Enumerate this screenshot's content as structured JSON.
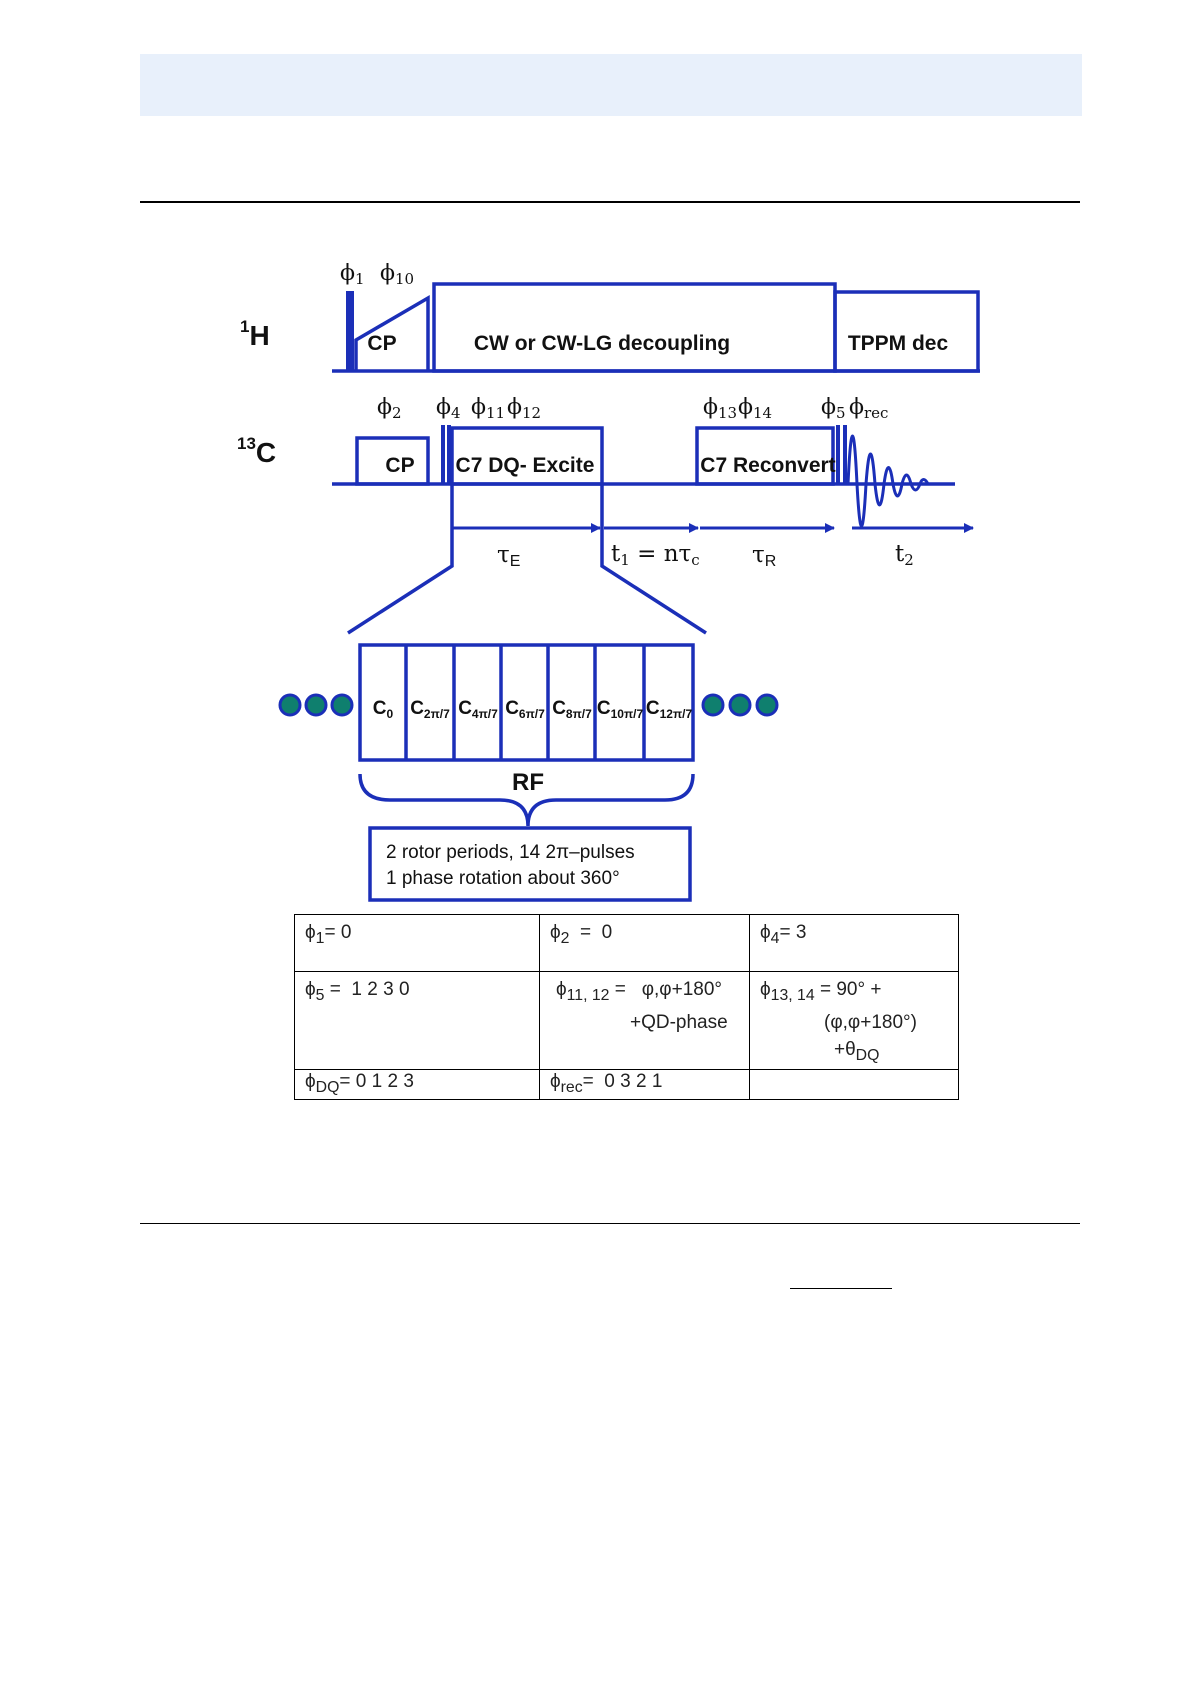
{
  "diagram": {
    "channels": {
      "h1": {
        "mass": "1",
        "symbol": "H"
      },
      "c13": {
        "mass": "13",
        "symbol": "C"
      }
    },
    "blocks": {
      "h_cp": "CP",
      "cw_decoupling": "CW or CW-LG decoupling",
      "tppm": "TPPM dec",
      "c_cp": "CP",
      "c7_excite": "C7 DQ- Excite",
      "c7_reconvert": "C7 Reconvert"
    },
    "phases": {
      "phi1": {
        "base": "ϕ",
        "sub": "1"
      },
      "phi10": {
        "base": "ϕ",
        "sub": "10"
      },
      "phi2": {
        "base": "ϕ",
        "sub": "2"
      },
      "phi4": {
        "base": "ϕ",
        "sub": "4"
      },
      "phi11": {
        "base": "ϕ",
        "sub": "11"
      },
      "phi12": {
        "base": "ϕ",
        "sub": "12"
      },
      "phi13": {
        "base": "ϕ",
        "sub": "13"
      },
      "phi14": {
        "base": "ϕ",
        "sub": "14"
      },
      "phi5": {
        "base": "ϕ",
        "sub": "5"
      },
      "phirec": {
        "base": "ϕ",
        "sub": "rec"
      }
    },
    "timing": {
      "tau_e": {
        "base": "τ",
        "sub": "E"
      },
      "t1": {
        "pre": "t",
        "sub1": "1",
        "mid": " = nτ",
        "sub2": "c"
      },
      "tau_r": {
        "base": "τ",
        "sub": "R"
      },
      "t2": {
        "base": "t",
        "sub": "2"
      }
    },
    "c_elements": [
      {
        "base": "C",
        "sub": "0"
      },
      {
        "base": "C",
        "sub": "2π/7"
      },
      {
        "base": "C",
        "sub": "4π/7"
      },
      {
        "base": "C",
        "sub": "6π/7"
      },
      {
        "base": "C",
        "sub": "8π/7"
      },
      {
        "base": "C",
        "sub": "10π/7"
      },
      {
        "base": "C",
        "sub": "12π/7"
      }
    ],
    "rf_label": "RF",
    "note_lines": [
      "2 rotor periods, 14 2π–pulses",
      "1 phase rotation about 360°"
    ],
    "colors": {
      "pulse": "#1b2fb8",
      "dots_fill": "#0f7f6e",
      "dots_ring": "#1b2fb8",
      "header_band": "#e8f0fb"
    }
  },
  "phase_table": {
    "r1c1": {
      "base": "ϕ",
      "sub": "1",
      "rest": "= 0"
    },
    "r1c2": {
      "base": "ϕ",
      "sub": "2",
      "rest": "  =  0"
    },
    "r1c3": {
      "base": "ϕ",
      "sub": "4",
      "rest": "= 3"
    },
    "r2c1": {
      "base": "ϕ",
      "sub": "5",
      "rest": " =  1 2 3 0"
    },
    "r2c2": {
      "base": "ϕ",
      "sub": "11, 12",
      "rest": " =   φ,φ+180°",
      "line2": "+QD-phase"
    },
    "r2c3": {
      "base": "ϕ",
      "sub": "13, 14",
      "rest": " = 90° +",
      "line2": "(φ,φ+180°)",
      "line3_pre": "+θ",
      "line3_sub": "DQ"
    },
    "r3c1": {
      "base": "ϕ",
      "sub": "DQ",
      "rest": "= 0 1 2 3"
    },
    "r3c2": {
      "base": "ϕ",
      "sub": "rec",
      "rest": "=  0 3 2 1"
    }
  }
}
